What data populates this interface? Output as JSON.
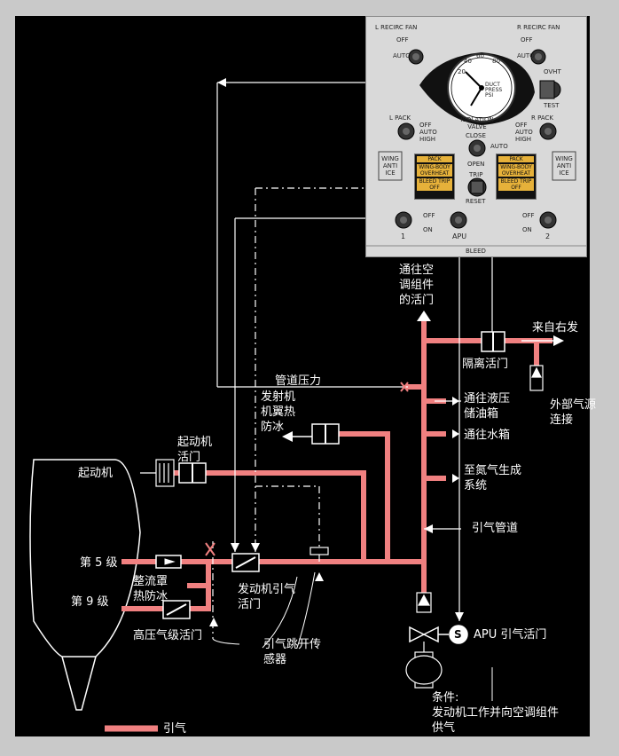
{
  "panel": {
    "l_recirc_fan": "L RECIRC FAN",
    "r_recirc_fan": "R RECIRC FAN",
    "off": "OFF",
    "auto": "AUTO",
    "high": "HIGH",
    "on": "ON",
    "ovht": "OVHT",
    "test": "TEST",
    "l_pack": "L PACK",
    "r_pack": "R PACK",
    "isolation_valve": "ISOLATION VALVE",
    "close": "CLOSE",
    "open": "OPEN",
    "trip": "TRIP",
    "reset": "RESET",
    "wing_anti_ice": "WING ANTI ICE",
    "pack": "PACK",
    "wing_body_overheat": "WING-BODY OVERHEAT",
    "bleed_trip_off": "BLEED TRIP OFF",
    "eng1": "1",
    "eng2": "2",
    "apu": "APU",
    "bleed": "BLEED",
    "gauge_ticks": [
      "20",
      "40",
      "60",
      "80"
    ],
    "gauge_label": "DUCT PRESS PSI"
  },
  "labels": {
    "to_pack_valve": "通往空\n调组件\n的活门",
    "from_right": "来自右发",
    "isolation_valve": "隔离活门",
    "external_air": "外部气源\n连接",
    "duct_pressure": "管道压力",
    "eng_wing_anti_ice": "发射机\n机翼热\n防冰",
    "to_hyd_reservoir": "通往液压\n储油箱",
    "to_water_tank": "通往水箱",
    "to_nitrogen": "至氮气生成\n系统",
    "starter_valve": "起动机\n活门",
    "starter": "起动机",
    "bleed_duct": "引气管道",
    "stage5": "第 5 级",
    "stage9": "第 9 级",
    "precooler": "整流罩\n热防冰",
    "eng_bleed_valve": "发动机引气\n活门",
    "hp_valve": "高压气级活门",
    "bleed_trip_sensor": "引气跳开传\n感器",
    "apu_bleed_valve": "APU 引气活门",
    "apu_unit": "APU",
    "s_symbol": "S",
    "condition": "条件:\n发动机工作并向空调组件\n供气",
    "legend": "引气"
  },
  "colors": {
    "bleed_air": "#f08080",
    "background": "#000000",
    "panel": "#d9d9d9",
    "annunciator": "#e6b13a"
  }
}
